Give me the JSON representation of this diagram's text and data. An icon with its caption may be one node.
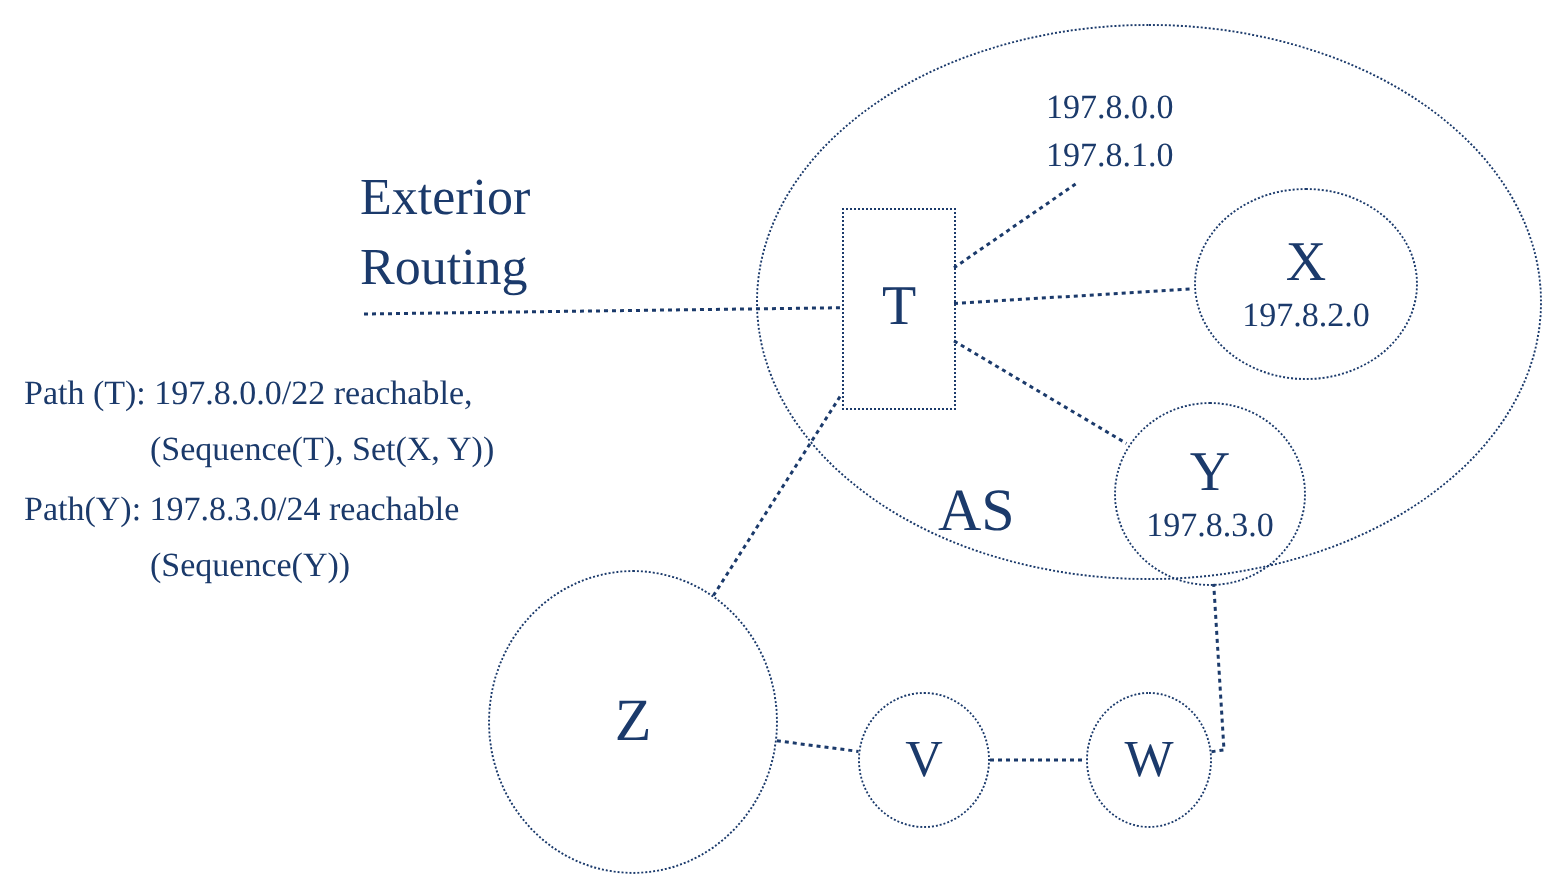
{
  "diagram": {
    "nodes": [
      {
        "text": [
          "AS"
        ]
      },
      {
        "text": [
          "T"
        ],
        "in": 0
      },
      {
        "text": [
          "X",
          "197.8.2.0"
        ],
        "in": 0
      },
      {
        "text": [
          "Y",
          "197.8.3.0"
        ],
        "in": 0
      },
      {
        "text": [
          "Z"
        ]
      },
      {
        "text": [
          "V"
        ]
      },
      {
        "text": [
          "W"
        ]
      },
      {
        "text": [
          "Exterior Routing"
        ]
      },
      {
        "text": [
          "197.8.0.0 197.8.1.0"
        ],
        "in": 0
      }
    ],
    "edges": [
      {
        "from": 7,
        "to": 1,
        "arrow": "none"
      },
      {
        "from": 8,
        "to": 1,
        "arrow": "none"
      },
      {
        "from": 1,
        "to": 2,
        "arrow": "none"
      },
      {
        "from": 1,
        "to": 3,
        "arrow": "none"
      },
      {
        "from": 1,
        "to": 4,
        "arrow": "none"
      },
      {
        "from": 4,
        "to": 5,
        "arrow": "none"
      },
      {
        "from": 5,
        "to": 6,
        "arrow": "none"
      },
      {
        "from": 6,
        "to": 3,
        "arrow": "none"
      }
    ],
    "labels": [
      "Path (T): 197.8.0.0/22 reachable,",
      "(Sequence(T), Set(X, Y))",
      "Path(Y): 197.8.3.0/24 reachable",
      "(Sequence(Y))"
    ]
  }
}
